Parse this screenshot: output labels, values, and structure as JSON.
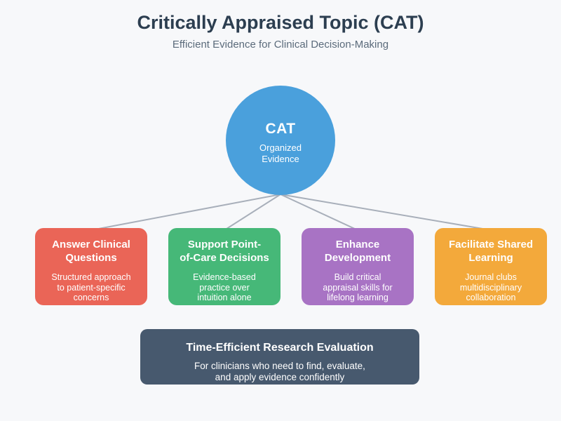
{
  "background": "#F7F8FA",
  "connector_color": "#A8AFBA",
  "header": {
    "title": "Critically Appraised Topic (CAT)",
    "subtitle": "Efficient Evidence for Clinical Decision-Making"
  },
  "center": {
    "label": "CAT",
    "sublabel": "Organized\nEvidence",
    "color": "#4AA0DC"
  },
  "nodes": [
    {
      "title": "Answer Clinical\nQuestions",
      "description": "Structured approach\nto patient-specific\nconcerns",
      "color": "#EA6557"
    },
    {
      "title": "Support Point-\nof-Care Decisions",
      "description": "Evidence-based\npractice over\nintuition alone",
      "color": "#46B878"
    },
    {
      "title": "Enhance\nDevelopment",
      "description": "Build critical\nappraisal skills for\nlifelong learning",
      "color": "#A873C4"
    },
    {
      "title": "Facilitate Shared\nLearning",
      "description": "Journal clubs\nmultidisciplinary\ncollaboration",
      "color": "#F3A93B"
    }
  ],
  "footer": {
    "title": "Time-Efficient Research Evaluation",
    "description": "For clinicians who need to find, evaluate,\nand apply evidence confidently",
    "color": "#47596E"
  }
}
